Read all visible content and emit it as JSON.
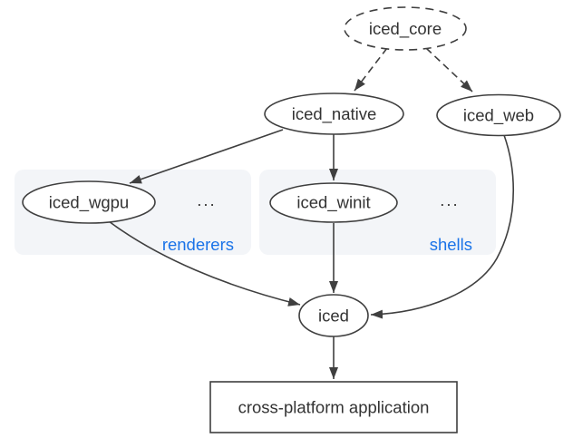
{
  "colors": {
    "background": "#ffffff",
    "edge": "#3f3f3f",
    "node_border": "#3f3f3f",
    "node_fill": "#ffffff",
    "node_text": "#333333",
    "group_fill": "#f3f5f8",
    "group_label": "#1a73e8"
  },
  "nodes": {
    "iced_core": {
      "label": "iced_core",
      "shape": "ellipse",
      "border": "dashed"
    },
    "iced_native": {
      "label": "iced_native",
      "shape": "ellipse",
      "border": "solid"
    },
    "iced_web": {
      "label": "iced_web",
      "shape": "ellipse",
      "border": "solid"
    },
    "iced_wgpu": {
      "label": "iced_wgpu",
      "shape": "ellipse",
      "border": "solid"
    },
    "iced_winit": {
      "label": "iced_winit",
      "shape": "ellipse",
      "border": "solid"
    },
    "iced": {
      "label": "iced",
      "shape": "ellipse",
      "border": "solid"
    },
    "application": {
      "label": "cross-platform application",
      "shape": "rect",
      "border": "solid"
    }
  },
  "groups": {
    "renderers": {
      "label": "renderers",
      "more": "...",
      "members": [
        "iced_wgpu"
      ]
    },
    "shells": {
      "label": "shells",
      "more": "...",
      "members": [
        "iced_winit"
      ]
    }
  },
  "edges": [
    {
      "from": "iced_core",
      "to": "iced_native",
      "style": "dashed"
    },
    {
      "from": "iced_core",
      "to": "iced_web",
      "style": "dashed"
    },
    {
      "from": "iced_native",
      "to": "iced_wgpu",
      "style": "solid"
    },
    {
      "from": "iced_native",
      "to": "iced_winit",
      "style": "solid"
    },
    {
      "from": "iced_wgpu",
      "to": "iced",
      "style": "solid"
    },
    {
      "from": "iced_winit",
      "to": "iced",
      "style": "solid"
    },
    {
      "from": "iced_web",
      "to": "iced",
      "style": "solid"
    },
    {
      "from": "iced",
      "to": "application",
      "style": "solid"
    }
  ]
}
